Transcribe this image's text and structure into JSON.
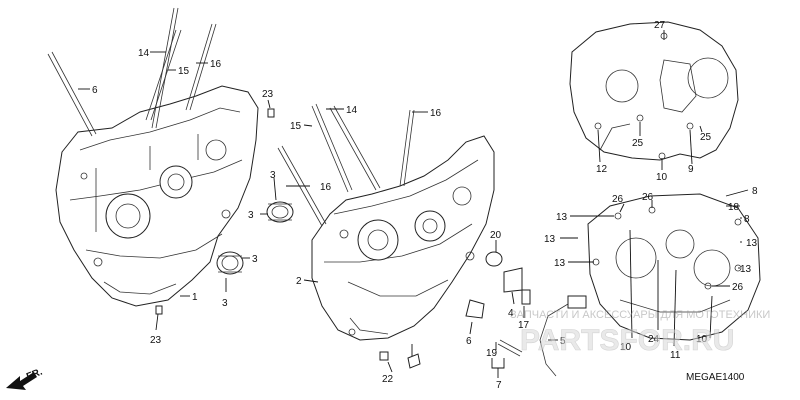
{
  "diagram": {
    "code": "MEGAE1400",
    "direction_label": "FR.",
    "watermark_line1": "ЗАПЧАСТИ И АКСЕССУАРЫ ДЛЯ МОТОТЕХНИКИ",
    "watermark_line2": "PARTSFOR.RU",
    "callouts": [
      {
        "id": "c14a",
        "text": "14"
      },
      {
        "id": "c15a",
        "text": "15"
      },
      {
        "id": "c16a",
        "text": "16"
      },
      {
        "id": "c6a",
        "text": "6"
      },
      {
        "id": "c23a",
        "text": "23"
      },
      {
        "id": "c1",
        "text": "1"
      },
      {
        "id": "c23b",
        "text": "23"
      },
      {
        "id": "c3a",
        "text": "3"
      },
      {
        "id": "c3b",
        "text": "3"
      },
      {
        "id": "c3c",
        "text": "3"
      },
      {
        "id": "c3d",
        "text": "3"
      },
      {
        "id": "c14b",
        "text": "14"
      },
      {
        "id": "c15b",
        "text": "15"
      },
      {
        "id": "c16b",
        "text": "16"
      },
      {
        "id": "c16c",
        "text": "16"
      },
      {
        "id": "c2",
        "text": "2"
      },
      {
        "id": "c20",
        "text": "20"
      },
      {
        "id": "c4",
        "text": "4"
      },
      {
        "id": "c17",
        "text": "17"
      },
      {
        "id": "c6b",
        "text": "6"
      },
      {
        "id": "c5",
        "text": "5"
      },
      {
        "id": "c19",
        "text": "19"
      },
      {
        "id": "c7",
        "text": "7"
      },
      {
        "id": "c22",
        "text": "22"
      },
      {
        "id": "c27",
        "text": "27"
      },
      {
        "id": "c25a",
        "text": "25"
      },
      {
        "id": "c25b",
        "text": "25"
      },
      {
        "id": "c12",
        "text": "12"
      },
      {
        "id": "c10a",
        "text": "10"
      },
      {
        "id": "c9",
        "text": "9"
      },
      {
        "id": "c8a",
        "text": "8"
      },
      {
        "id": "c18",
        "text": "18"
      },
      {
        "id": "c8b",
        "text": "8"
      },
      {
        "id": "c26a",
        "text": "26"
      },
      {
        "id": "c26b",
        "text": "26"
      },
      {
        "id": "c13a",
        "text": "13"
      },
      {
        "id": "c13b",
        "text": "13"
      },
      {
        "id": "c13c",
        "text": "13"
      },
      {
        "id": "c13d",
        "text": "13"
      },
      {
        "id": "c13e",
        "text": "13"
      },
      {
        "id": "c26c",
        "text": "26"
      },
      {
        "id": "c10b",
        "text": "10"
      },
      {
        "id": "c24",
        "text": "24"
      },
      {
        "id": "c11",
        "text": "11"
      },
      {
        "id": "c10c",
        "text": "10"
      }
    ]
  }
}
